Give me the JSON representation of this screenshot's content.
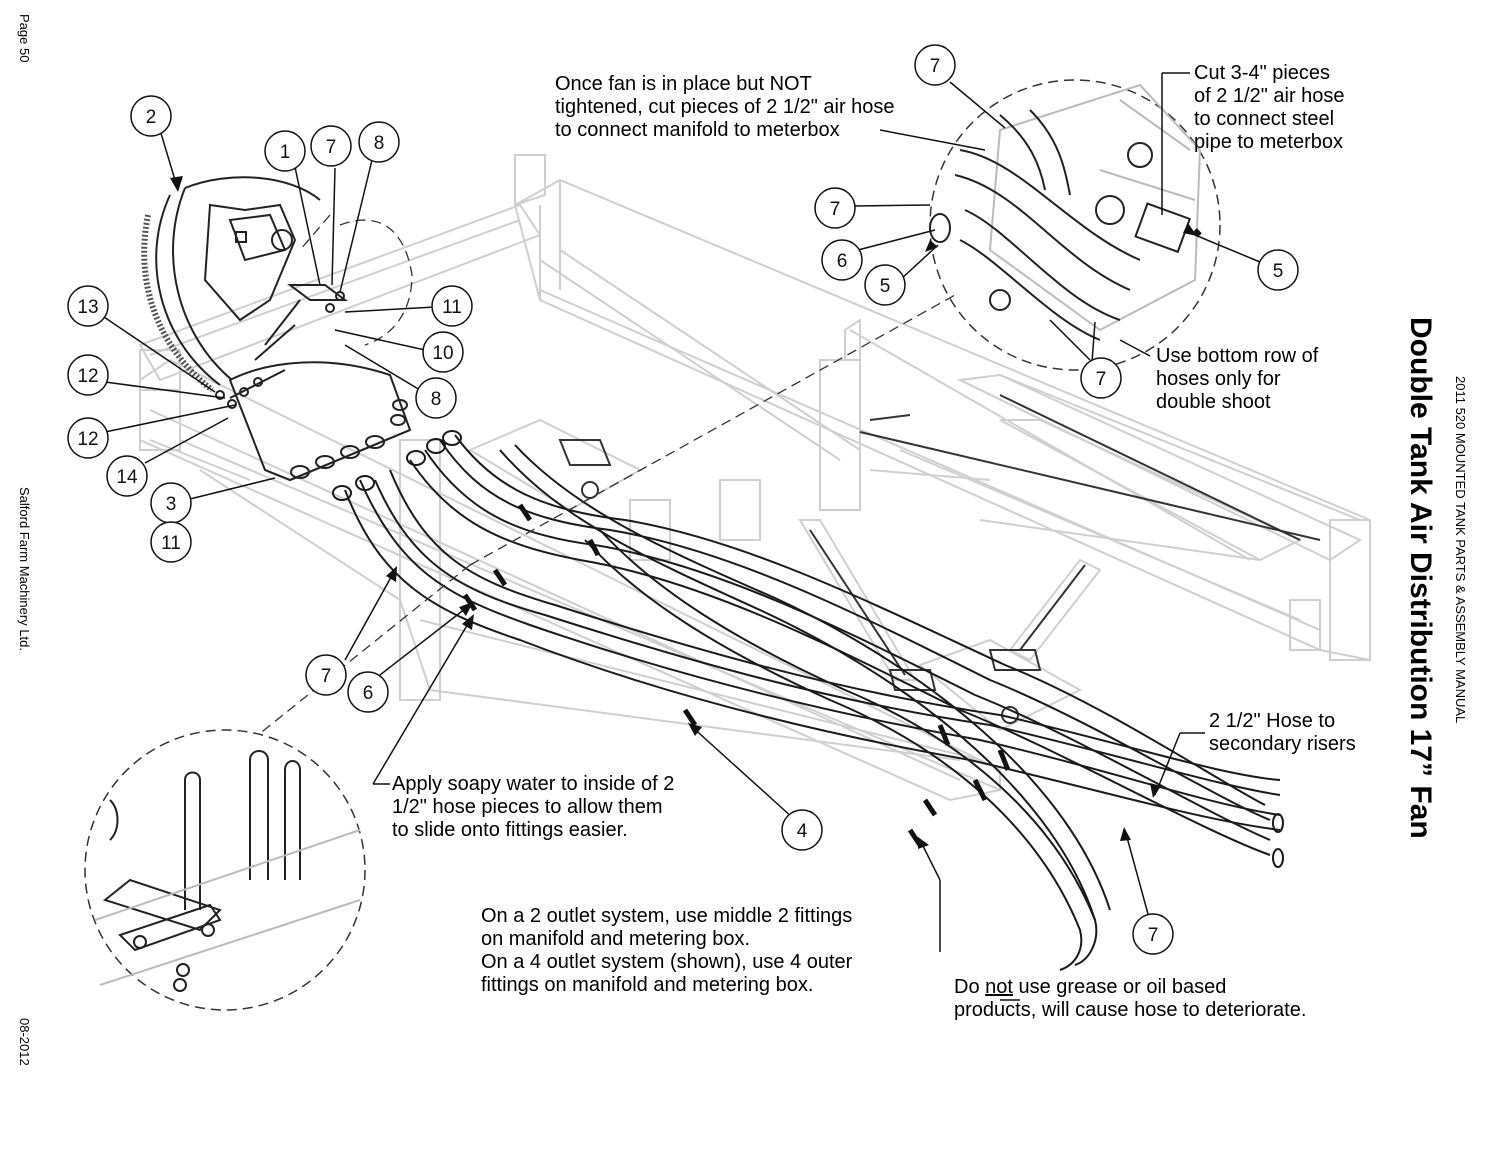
{
  "page": {
    "page_number": "Page 50",
    "company": "Salford Farm Machinery Ltd.",
    "date": "08-2012",
    "manual": "2011 520 MOUNTED TANK PARTS & ASSEMBLY MANUAL",
    "title": "Double Tank Air Distribution 17” Fan"
  },
  "notes": {
    "manifold": "Once fan is in place but NOT\ntightened, cut pieces of 2 1/2\" air hose\nto connect manifold to meterbox",
    "cut_pieces": "Cut 3-4\" pieces\nof 2 1/2\" air hose\nto connect steel\npipe to meterbox",
    "bottom_row": "Use bottom row of\nhoses only for\ndouble shoot",
    "secondary_risers": "2 1/2\" Hose to\nsecondary risers",
    "soapy_water": "Apply soapy water to inside of 2\n1/2\" hose pieces to allow them\nto slide onto fittings easier.",
    "outlet_system": "On a 2 outlet system, use middle 2 fittings\non manifold and metering box.\nOn a 4 outlet system (shown), use 4 outer\nfittings on manifold and metering box.",
    "grease_prefix": "Do ",
    "grease_not": "not",
    "grease_rest": " use grease or oil based\nproducts, will cause hose to deteriorate."
  },
  "callouts": [
    "2",
    "1",
    "7",
    "8",
    "13",
    "11",
    "10",
    "12",
    "8",
    "12",
    "14",
    "3",
    "11",
    "7",
    "7",
    "6",
    "5",
    "5",
    "7",
    "7",
    "6",
    "4",
    "7"
  ]
}
